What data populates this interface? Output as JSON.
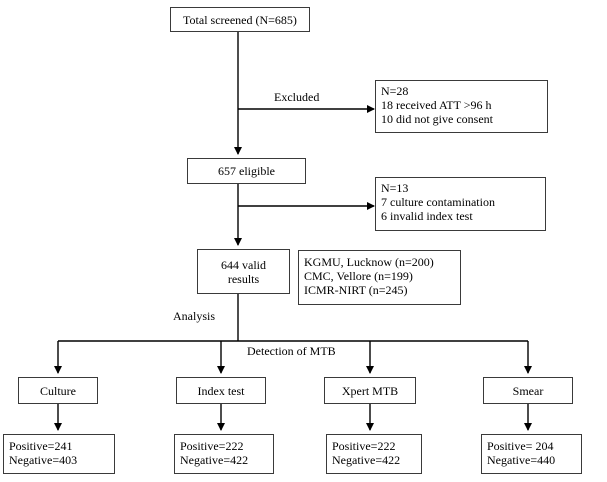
{
  "flow": {
    "total": "Total screened (N=685)",
    "excluded_label": "Excluded",
    "excluded": [
      "N=28",
      "18 received ATT >96 h",
      "10 did not give consent"
    ],
    "eligible": "657 eligible",
    "removed": [
      "N=13",
      "7 culture contamination",
      "6 invalid index test"
    ],
    "valid": [
      "644 valid",
      "results"
    ],
    "sites": [
      "KGMU, Lucknow  (n=200)",
      "CMC, Vellore (n=199)",
      "ICMR-NIRT  (n=245)"
    ],
    "analysis_label": "Analysis",
    "detection_label": "Detection of MTB",
    "methods": [
      {
        "name": "Culture",
        "results": [
          "Positive=241",
          "Negative=403"
        ]
      },
      {
        "name": "Index test",
        "results": [
          "Positive=222",
          "Negative=422"
        ]
      },
      {
        "name": "Xpert MTB",
        "results": [
          "Positive=222",
          "Negative=422"
        ]
      },
      {
        "name": "Smear",
        "results": [
          "Positive= 204",
          "Negative=440"
        ]
      }
    ]
  }
}
